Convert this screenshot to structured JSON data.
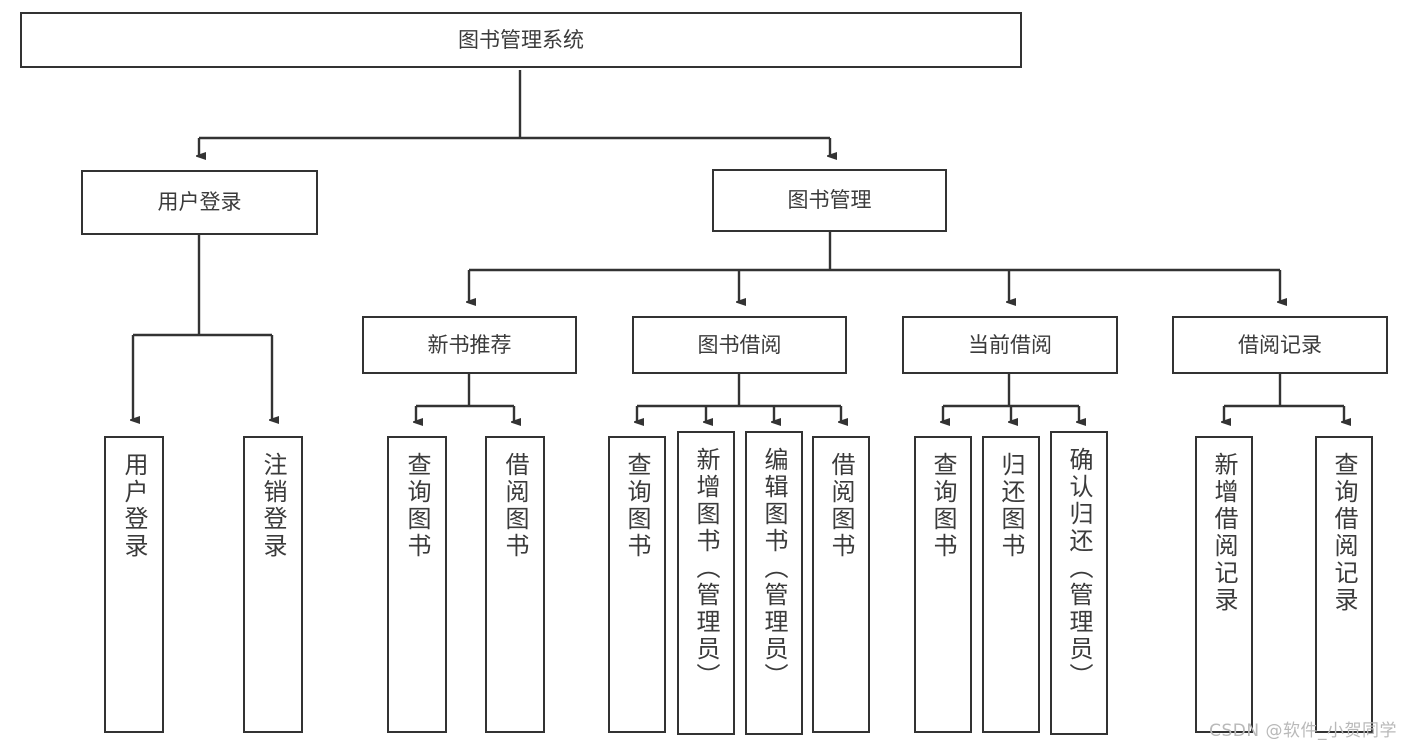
{
  "diagram": {
    "title": "图书管理系统",
    "watermark": "CSDN @软件_小贺同学",
    "accent_color": "#333333",
    "text_color": "#3b3b3b",
    "background_color": "#ffffff",
    "root": {
      "label": "图书管理系统"
    },
    "level2": [
      {
        "label": "用户登录"
      },
      {
        "label": "图书管理"
      }
    ],
    "level3": [
      {
        "label": "新书推荐"
      },
      {
        "label": "图书借阅"
      },
      {
        "label": "当前借阅"
      },
      {
        "label": "借阅记录"
      }
    ],
    "leaves": {
      "user_login": [
        {
          "label": "用户登录"
        },
        {
          "label": "注销登录"
        }
      ],
      "new_book_recommend": [
        {
          "label": "查询图书"
        },
        {
          "label": "借阅图书"
        }
      ],
      "book_borrow": [
        {
          "label": "查询图书"
        },
        {
          "label": "新增图书（管理员）"
        },
        {
          "label": "编辑图书（管理员）"
        },
        {
          "label": "借阅图书"
        }
      ],
      "current_borrow": [
        {
          "label": "查询图书"
        },
        {
          "label": "归还图书"
        },
        {
          "label": "确认归还（管理员）"
        }
      ],
      "borrow_record": [
        {
          "label": "新增借阅记录"
        },
        {
          "label": "查询借阅记录"
        }
      ]
    }
  }
}
